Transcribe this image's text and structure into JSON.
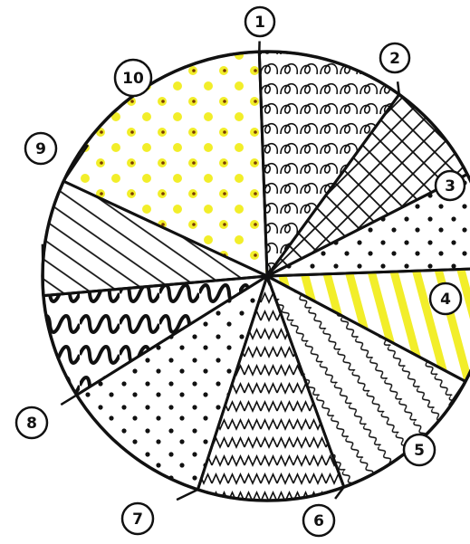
{
  "segments": [
    {
      "label": "1",
      "pattern": "loops",
      "color": "#111111"
    },
    {
      "label": "2",
      "pattern": "crosshatch",
      "color": "#111111"
    },
    {
      "label": "3",
      "pattern": "dots",
      "color": "#111111"
    },
    {
      "label": "4",
      "pattern": "stripes",
      "color": "#f2ee2a"
    },
    {
      "label": "5",
      "pattern": "wavy-lines",
      "color": "#111111"
    },
    {
      "label": "6",
      "pattern": "zigzag",
      "color": "#111111"
    },
    {
      "label": "7",
      "pattern": "dots",
      "color": "#111111"
    },
    {
      "label": "8",
      "pattern": "bold-waves",
      "color": "#111111"
    },
    {
      "label": "9",
      "pattern": "diagonal-lines",
      "color": "#111111"
    },
    {
      "label": "10",
      "pattern": "dots",
      "color": "#f2ee2a"
    }
  ]
}
